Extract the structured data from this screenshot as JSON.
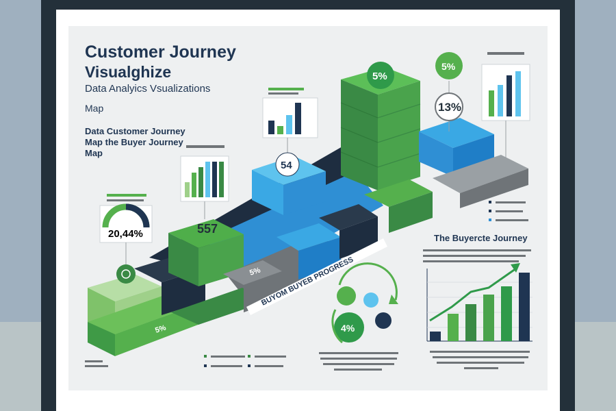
{
  "poster": {
    "title_line1": "Customer Journey",
    "title_line2": "Visualghize",
    "subtitle": "Data Analyics Vsualizations",
    "subtitle2": "Map",
    "section_line1": "Data Customer Journey",
    "section_line2": "Map the Buyer Journey",
    "section_line3": "Map",
    "ribbon_text": "BUYOM BUYEB PROGRESS",
    "right_title": "The Buyercte Journey"
  },
  "stats": {
    "stat_a": "20,44%",
    "stat_b": "557",
    "stat_c": "54",
    "stat_d": "5%",
    "stat_e": "13%",
    "stat_f": "5%",
    "stat_g": "4%",
    "stat_h": "5%",
    "stat_i": "5%"
  },
  "colors": {
    "navy": "#1f3552",
    "dark_green": "#3a8a45",
    "green": "#55b04d",
    "light_green": "#9fd08a",
    "blue": "#2f8fd4",
    "light_blue": "#5ec3ee",
    "dark_navy": "#1e2d40",
    "gray": "#6f7478"
  }
}
